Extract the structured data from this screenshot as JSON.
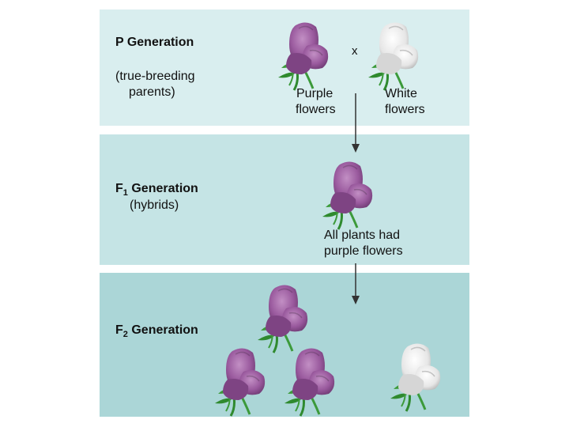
{
  "p_generation": {
    "title": "P Generation",
    "note_line1": "(true-breeding",
    "note_line2": "parents)",
    "cross_symbol": "x",
    "purple_label_line1": "Purple",
    "purple_label_line2": "flowers",
    "white_label_line1": "White",
    "white_label_line2": "flowers"
  },
  "f1_generation": {
    "prefix": "F",
    "subscript": "1",
    "title_rest": " Generation",
    "note": "(hybrids)",
    "result_line1": "All plants had",
    "result_line2": "purple flowers"
  },
  "f2_generation": {
    "prefix": "F",
    "subscript": "2",
    "title_rest": " Generation"
  },
  "colors": {
    "purple_petal": "#9a5a9e",
    "purple_dark": "#6f3b74",
    "white_petal": "#ececec",
    "stem_green": "#3c9a3a"
  }
}
